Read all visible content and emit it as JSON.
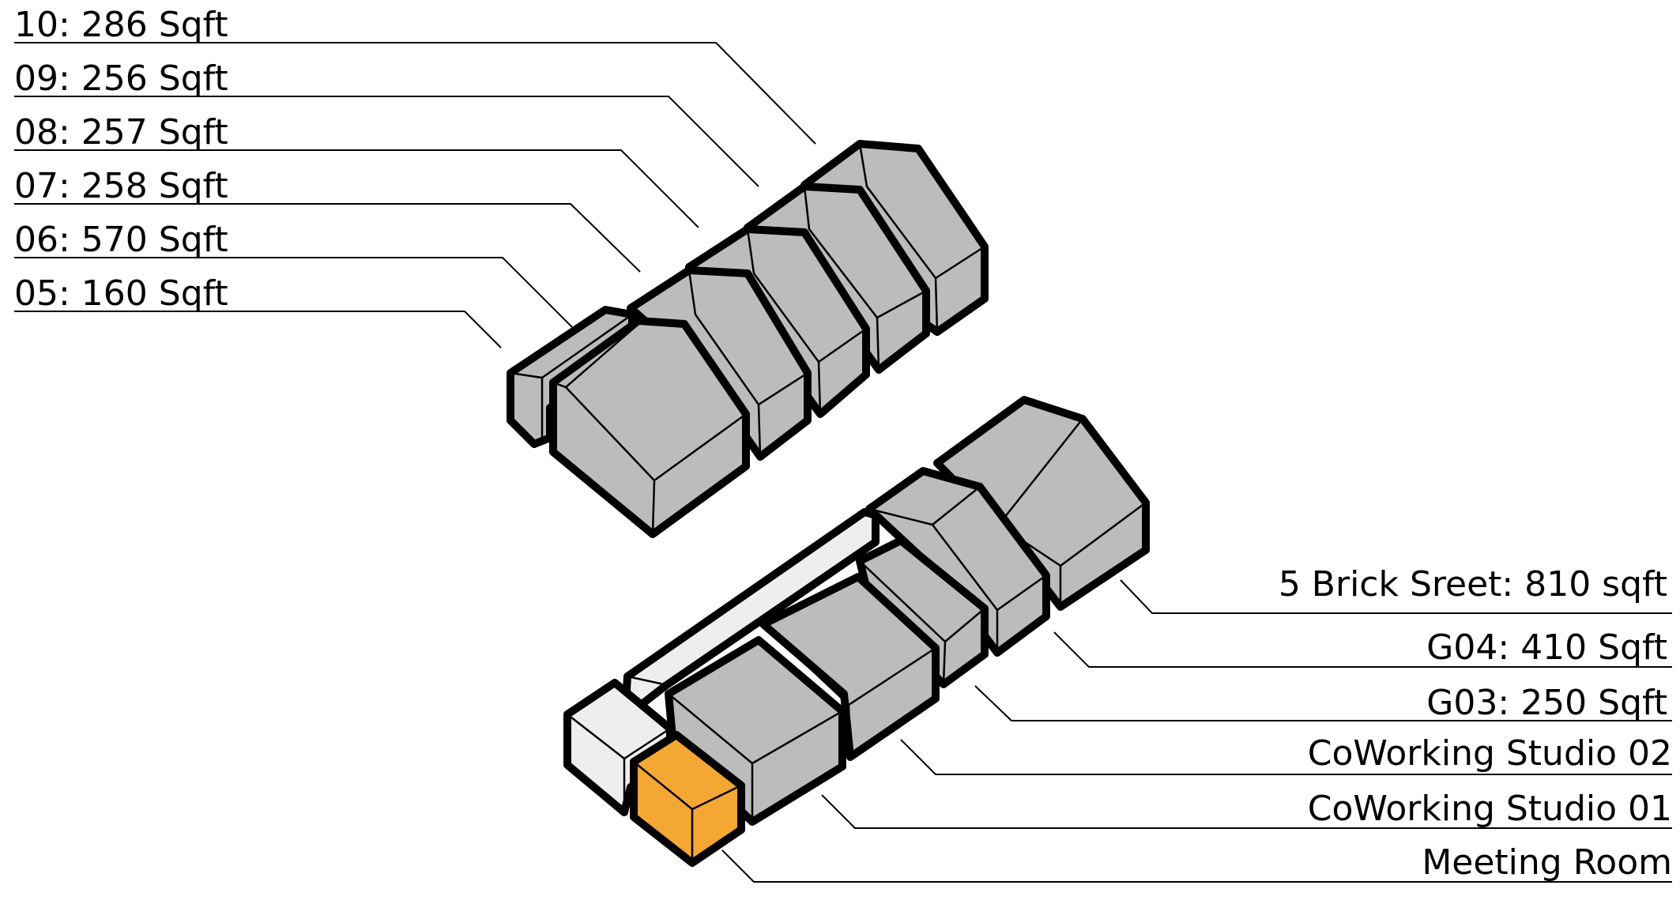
{
  "colors": {
    "roof_grey": "#bcbcbc",
    "light_grey": "#eeeeee",
    "accent_orange": "#f5a733",
    "outline": "#000000",
    "background": "#ffffff"
  },
  "upper_block": {
    "labels": [
      "10:  286 Sqft",
      "09:  256 Sqft",
      "08:  257 Sqft",
      "07:  258 Sqft",
      "06:  570 Sqft",
      "05:  160 Sqft"
    ]
  },
  "lower_block": {
    "labels": [
      "5 Brick Sreet:  810 sqft",
      "G04:  410 Sqft",
      "G03:  250 Sqft",
      "CoWorking Studio 02",
      "CoWorking Studio 01",
      "Meeting Room"
    ]
  }
}
